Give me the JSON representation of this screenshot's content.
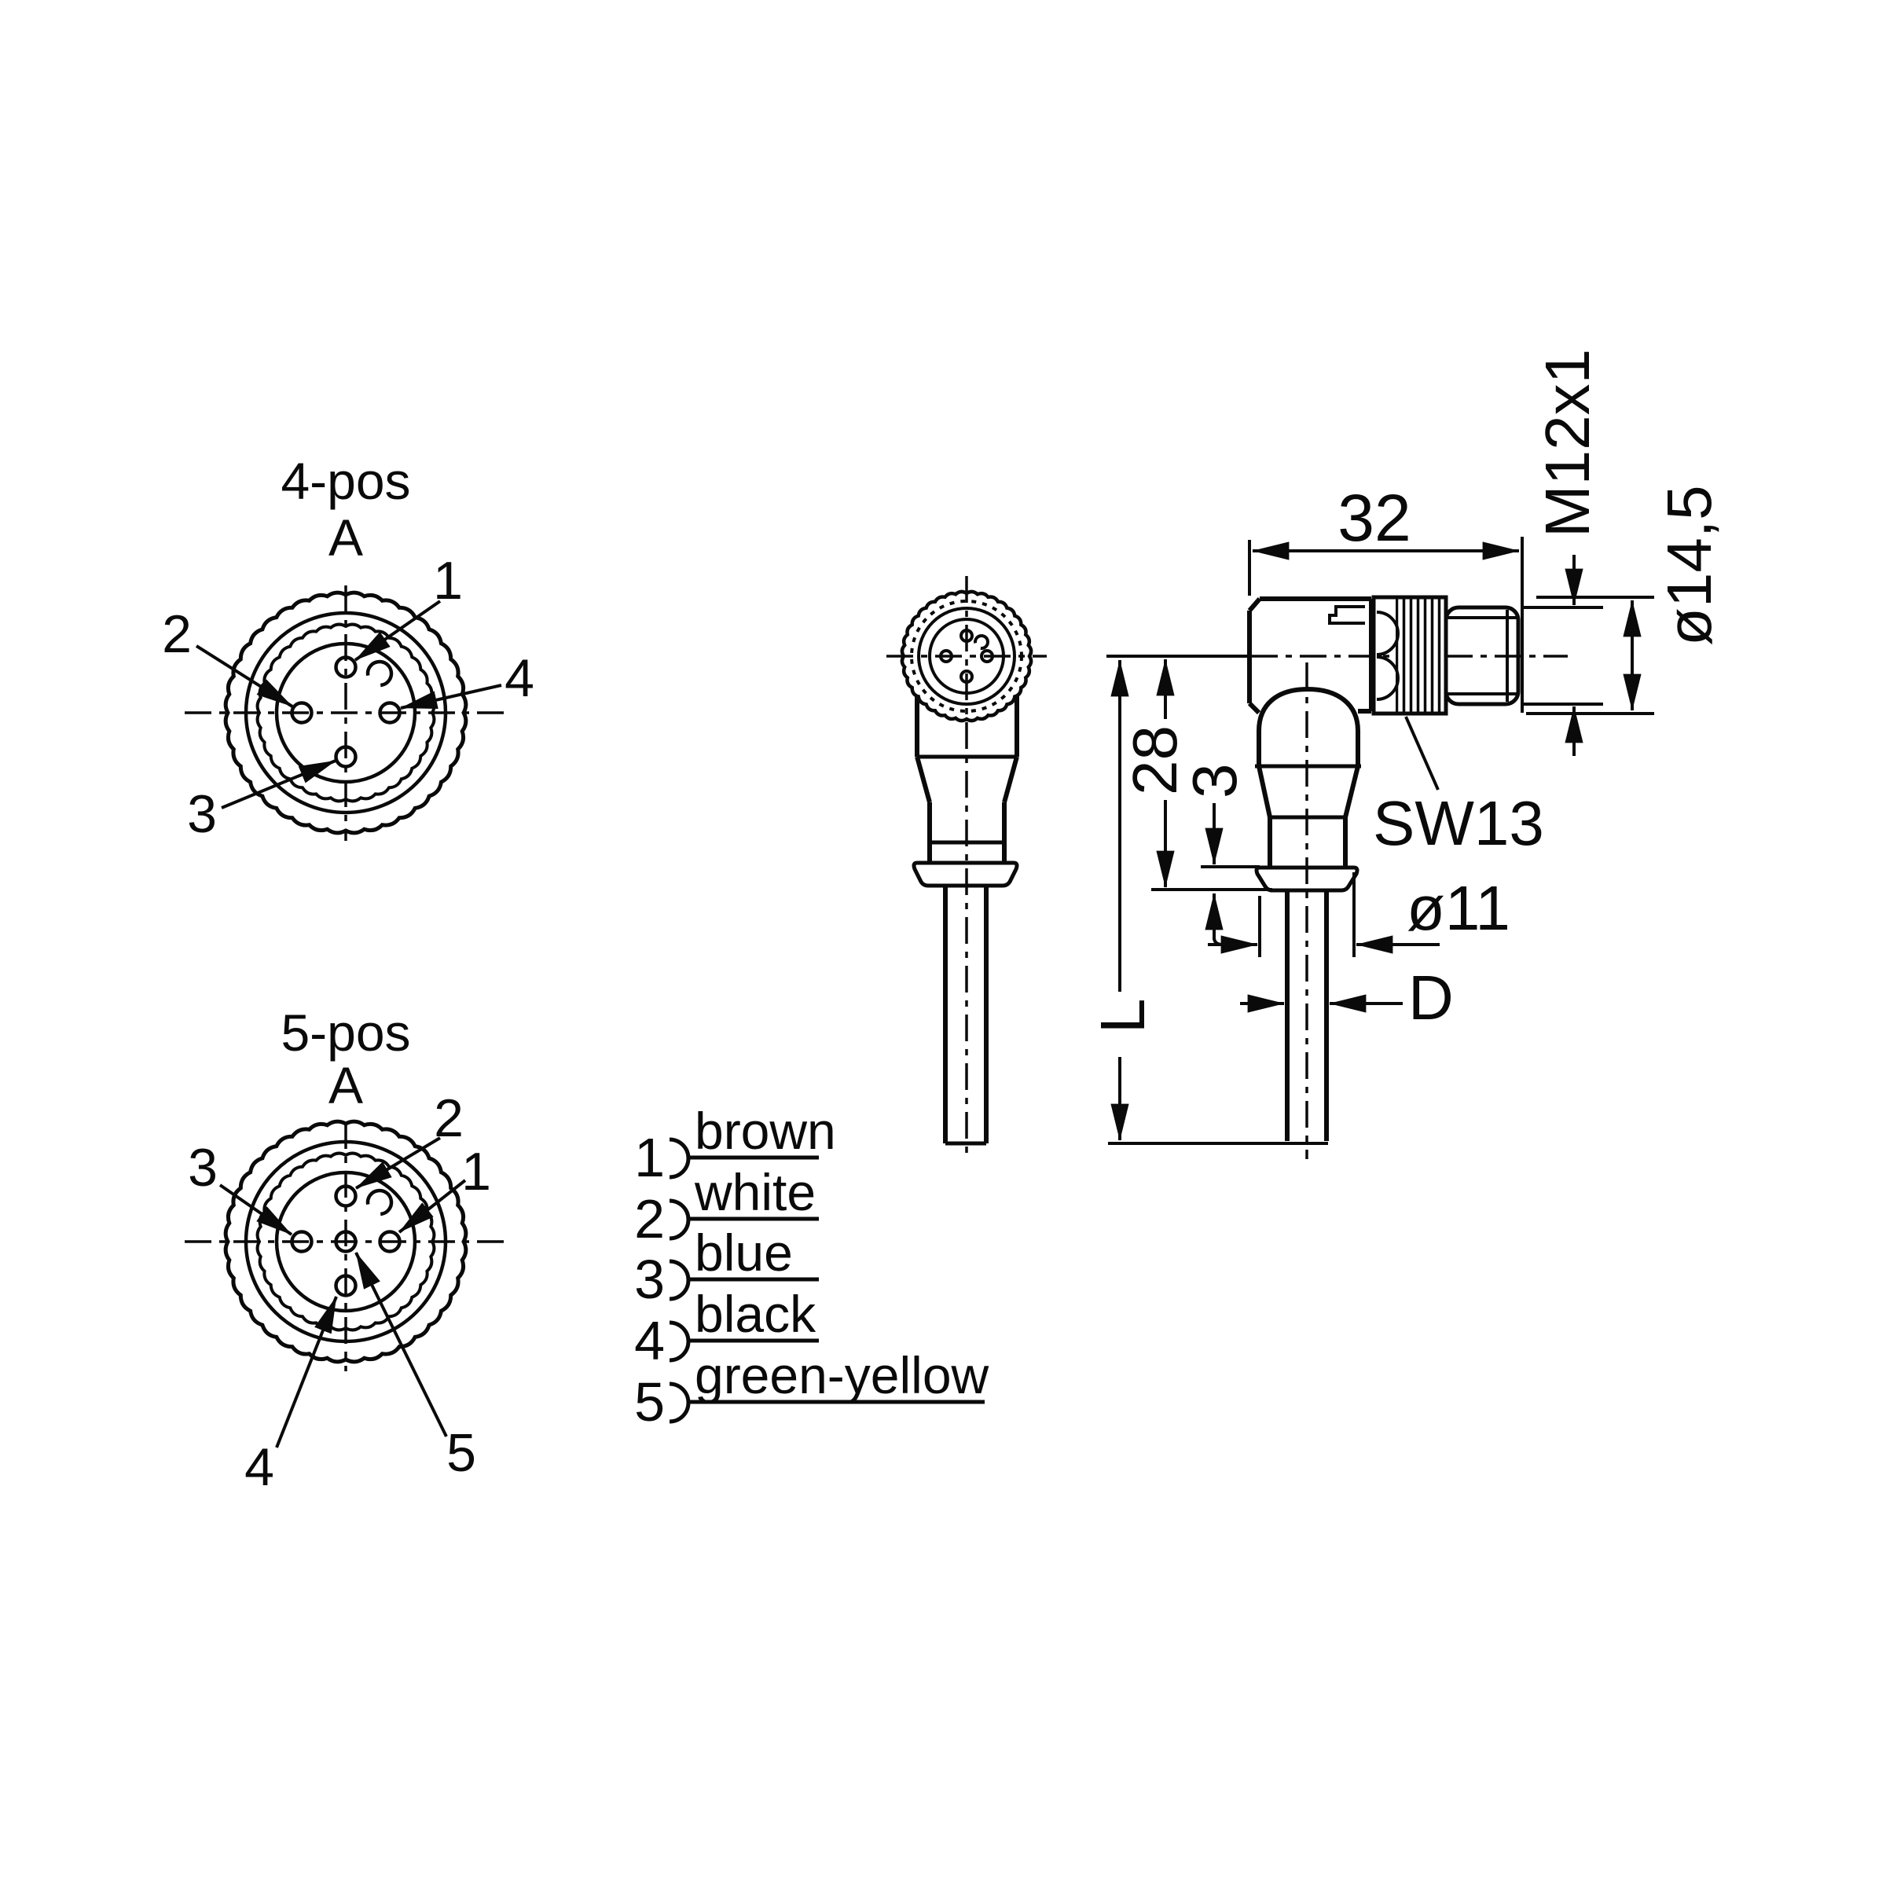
{
  "page": {
    "background": "#ffffff",
    "ink": "#0a0a0a"
  },
  "views": {
    "pos4": {
      "title": "4-pos",
      "coding": "A",
      "pin_labels": [
        "1",
        "2",
        "3",
        "4"
      ]
    },
    "pos5": {
      "title": "5-pos",
      "coding": "A",
      "pin_labels": [
        "1",
        "2",
        "3",
        "4",
        "5"
      ]
    },
    "legend": {
      "rows": [
        {
          "pin": "1",
          "color": "brown"
        },
        {
          "pin": "2",
          "color": "white"
        },
        {
          "pin": "3",
          "color": "blue"
        },
        {
          "pin": "4",
          "color": "black"
        },
        {
          "pin": "5",
          "color": "green-yellow"
        }
      ]
    },
    "side": {
      "dims": {
        "body_length": "32",
        "thread": "M12x1",
        "nut_diameter": "ø14,5",
        "height": "28",
        "flange_height": "3",
        "wrench_size": "SW13",
        "flange_diameter": "ø11",
        "cable_diameter": "D",
        "cable_length": "L"
      }
    }
  }
}
